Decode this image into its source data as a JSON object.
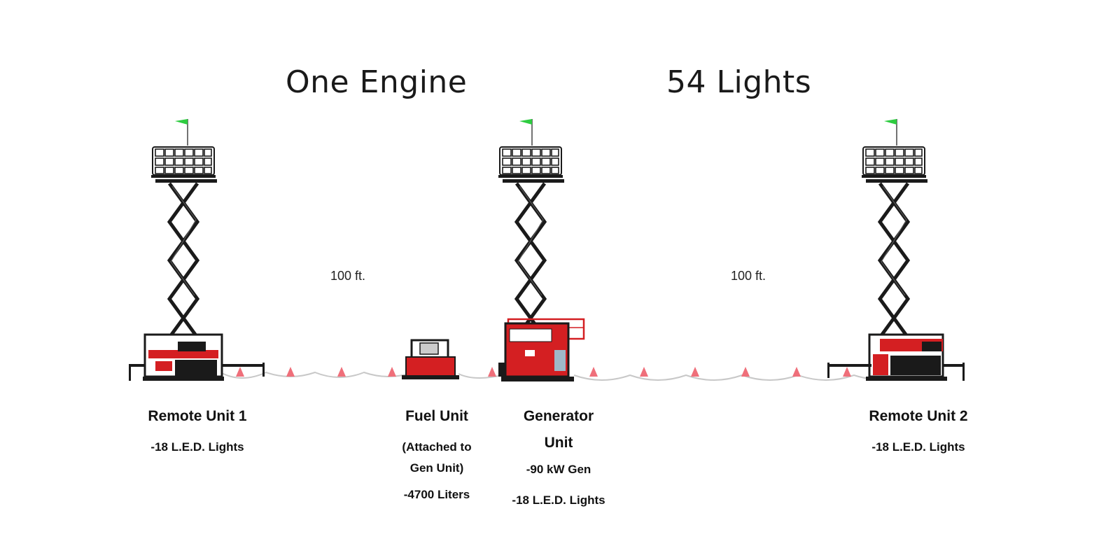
{
  "headlines": {
    "left": "One Engine",
    "right": "54 Lights"
  },
  "distances": {
    "left": "100 ft.",
    "right": "100 ft."
  },
  "units": [
    {
      "id": "remote1",
      "name": "Remote Unit 1",
      "lines": [
        "-18 L.E.D. Lights"
      ]
    },
    {
      "id": "fuel",
      "name": "Fuel Unit",
      "lines": [
        "(Attached to",
        "Gen Unit)",
        "-4700 Liters"
      ]
    },
    {
      "id": "generator",
      "name_lines": [
        "Generator",
        "Unit"
      ],
      "lines": [
        "-90 kW Gen",
        "-18 L.E.D. Lights"
      ]
    },
    {
      "id": "remote2",
      "name": "Remote Unit 2",
      "lines": [
        "-18 L.E.D. Lights"
      ]
    }
  ],
  "colors": {
    "unit_body": "#d41f22",
    "frame": "#1a1a1a",
    "flag": "#2ecc40",
    "cone": "#ef6f7a",
    "cable": "#c8c8c8"
  },
  "icons": [
    "light-tower-icon",
    "fuel-trailer-icon",
    "cone-icon",
    "flag-icon",
    "cable-icon"
  ]
}
